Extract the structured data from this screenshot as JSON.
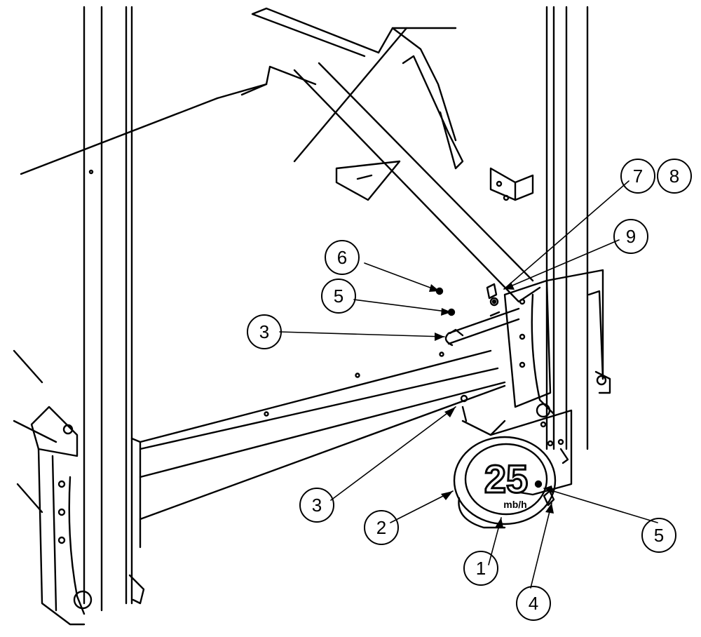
{
  "callouts": [
    {
      "id": "callout-1",
      "label": "1"
    },
    {
      "id": "callout-2",
      "label": "2"
    },
    {
      "id": "callout-3-lower",
      "label": "3"
    },
    {
      "id": "callout-3-upper",
      "label": "3"
    },
    {
      "id": "callout-4",
      "label": "4"
    },
    {
      "id": "callout-5-right",
      "label": "5"
    },
    {
      "id": "callout-5-upper",
      "label": "5"
    },
    {
      "id": "callout-6",
      "label": "6"
    },
    {
      "id": "callout-7",
      "label": "7"
    },
    {
      "id": "callout-8",
      "label": "8"
    },
    {
      "id": "callout-9",
      "label": "9"
    }
  ],
  "decal": {
    "number": "25",
    "sub": "mb/h"
  },
  "colors": {
    "line": "#000000",
    "background": "#ffffff"
  }
}
